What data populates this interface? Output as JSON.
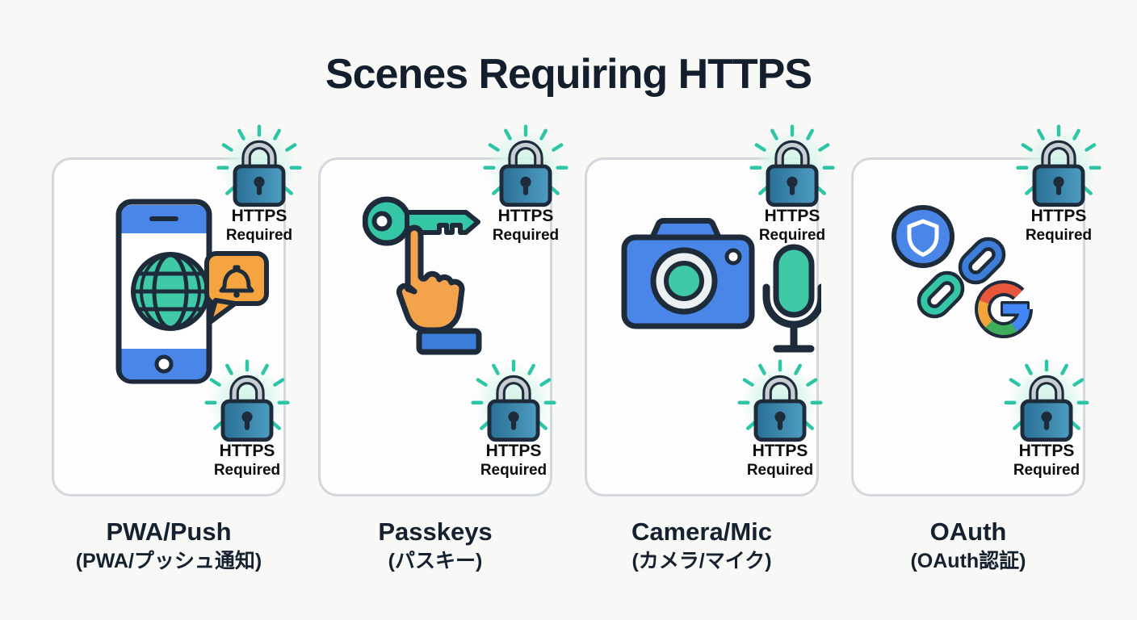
{
  "title": "Scenes Requiring HTTPS",
  "https_badge": {
    "line1": "HTTPS",
    "line2": "Required"
  },
  "cards": [
    {
      "label": "PWA/Push",
      "label_jp": "(PWA/プッシュ通知)",
      "icon": "phone-push-notification-icon"
    },
    {
      "label": "Passkeys",
      "label_jp": "(パスキー)",
      "icon": "key-with-pointing-hand-icon"
    },
    {
      "label": "Camera/Mic",
      "label_jp": "(カメラ/マイク)",
      "icon": "camera-and-microphone-icon"
    },
    {
      "label": "OAuth",
      "label_jp": "(OAuth認証)",
      "icon": "shield-chain-google-icon"
    }
  ],
  "badge_icon": "glowing-padlock-icon",
  "colors": {
    "page_bg": "#f8f8f6",
    "card_border": "#d3d8df",
    "title_text": "#141f2d",
    "navy_outline": "#1d2b3a",
    "lock_body": "#2e7ca3",
    "lock_shackle": "#c9cdd4",
    "ray_teal": "#2cc5a6",
    "glow_mint": "#d9f5ec",
    "teal": "#35c7a5",
    "blue": "#4a86e8",
    "orange": "#f5a43f",
    "google_red": "#e8573c",
    "google_yellow": "#f2a43c",
    "google_green": "#3fae5a",
    "google_blue": "#4285f4"
  }
}
